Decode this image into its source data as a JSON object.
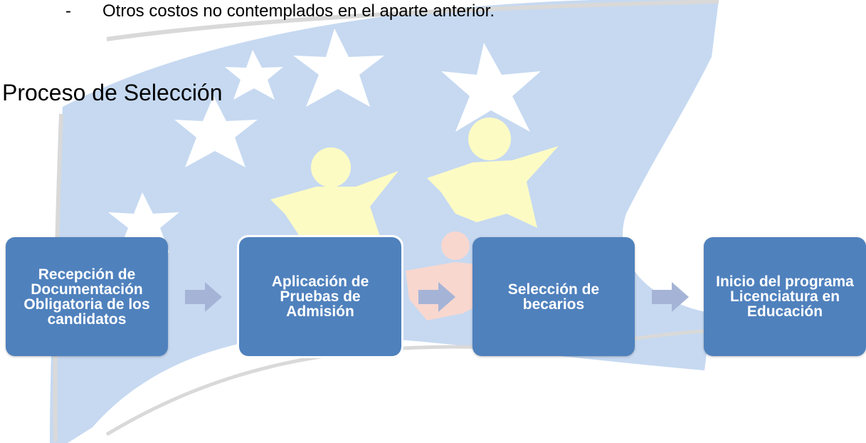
{
  "document": {
    "bullet": {
      "marker": "-",
      "text": "Otros costos no contemplados en el aparte anterior."
    },
    "section_title": "Proceso de Selección"
  },
  "process": {
    "steps": [
      {
        "label": "Recepción de Documentación Obligatoria de los candidatos"
      },
      {
        "label": "Aplicación de Pruebas de Admisión"
      },
      {
        "label": "Selección de becarios"
      },
      {
        "label": "Inicio del programa Licenciatura en Educación"
      }
    ],
    "colors": {
      "box": "#4f81bd",
      "arrow": "#a5b4d6",
      "watermark_blue": "#c6d9f1",
      "watermark_yellow": "#fdfbc4",
      "watermark_pink": "#f8d7cf"
    }
  }
}
